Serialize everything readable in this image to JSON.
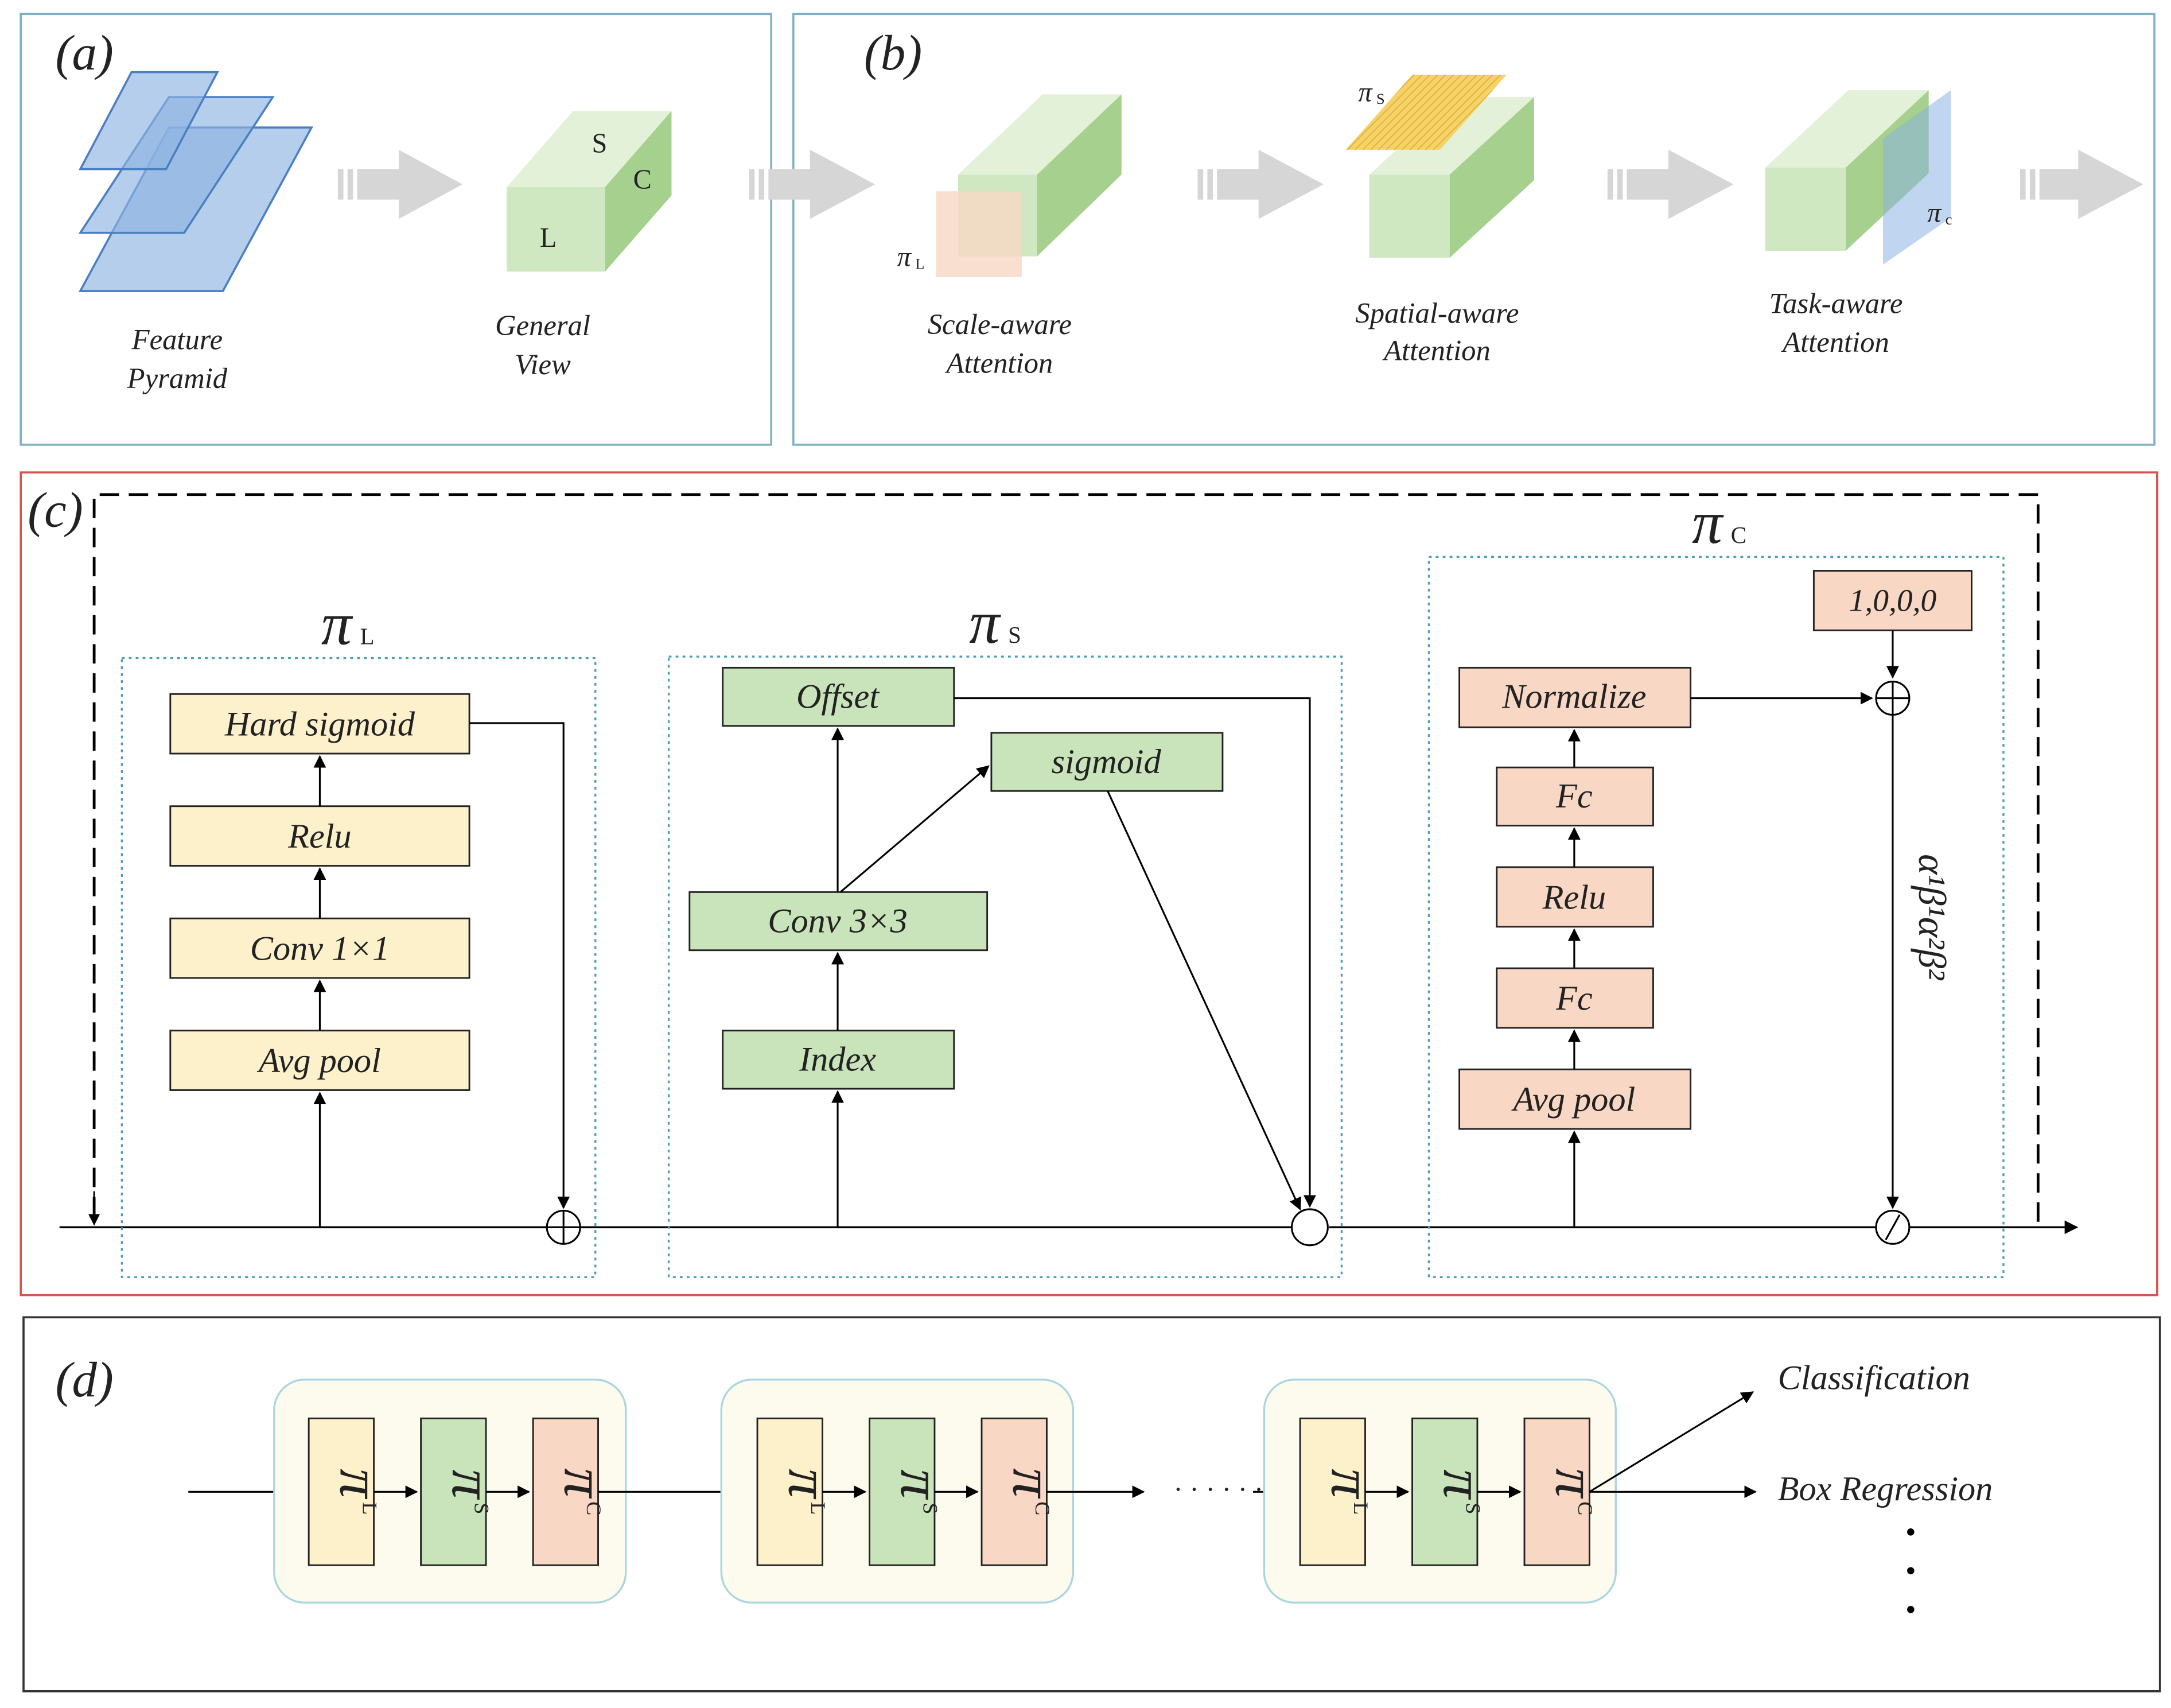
{
  "panels": {
    "a": {
      "label": "(a)",
      "feature_pyramid_line1": "Feature",
      "feature_pyramid_line2": "Pyramid",
      "general_view_line1": "General",
      "general_view_line2": "View",
      "cube_faces": {
        "top": "S",
        "side": "C",
        "front": "L"
      }
    },
    "b": {
      "label": "(b)",
      "scale_line1": "Scale-aware",
      "scale_line2": "Attention",
      "spatial_line1": "Spatial-aware",
      "spatial_line2": "Attention",
      "task_line1": "Task-aware",
      "task_line2": "Attention",
      "pi_symbol": "π",
      "pi_l_sub": "L",
      "pi_s_sub": "S",
      "pi_c_sub": "c"
    },
    "c": {
      "label": "(c)",
      "pi_symbol": "π",
      "pi_l_sub": "L",
      "pi_s_sub": "S",
      "pi_c_sub": "C",
      "scale_blocks": {
        "hard_sigmoid": "Hard sigmoid",
        "relu": "Relu",
        "conv": "Conv 1×1",
        "avg_pool": "Avg pool"
      },
      "spatial_blocks": {
        "offset": "Offset",
        "sigmoid": "sigmoid",
        "conv": "Conv 3×3",
        "index": "Index"
      },
      "task_blocks": {
        "init": "1,0,0,0",
        "normalize": "Normalize",
        "fc_top": "Fc",
        "relu": "Relu",
        "fc_bottom": "Fc",
        "avg_pool": "Avg pool"
      },
      "params_label": "α¹β¹α²β²"
    },
    "d": {
      "label": "(d)",
      "pi_symbol": "π",
      "sub_l": "L",
      "sub_s": "S",
      "sub_c": "C",
      "dots": "· · · · · ·",
      "classification": "Classification",
      "box_regression": "Box Regression"
    }
  },
  "colors": {
    "yellow_fill": "#fdf1cc",
    "green_fill": "#c9e3bb",
    "orange_fill": "#f8d7c4",
    "blue_plane": "#8db3e2",
    "cube_front": "#cfe8c2",
    "cube_top": "#e2f1d8",
    "cube_side": "#a6d08d",
    "panel_border_blue": "#7fb0c8",
    "panel_border_red": "#d9534f",
    "dotted_teal": "#4a9cb8",
    "arrow_gray": "#cfcfcf"
  }
}
